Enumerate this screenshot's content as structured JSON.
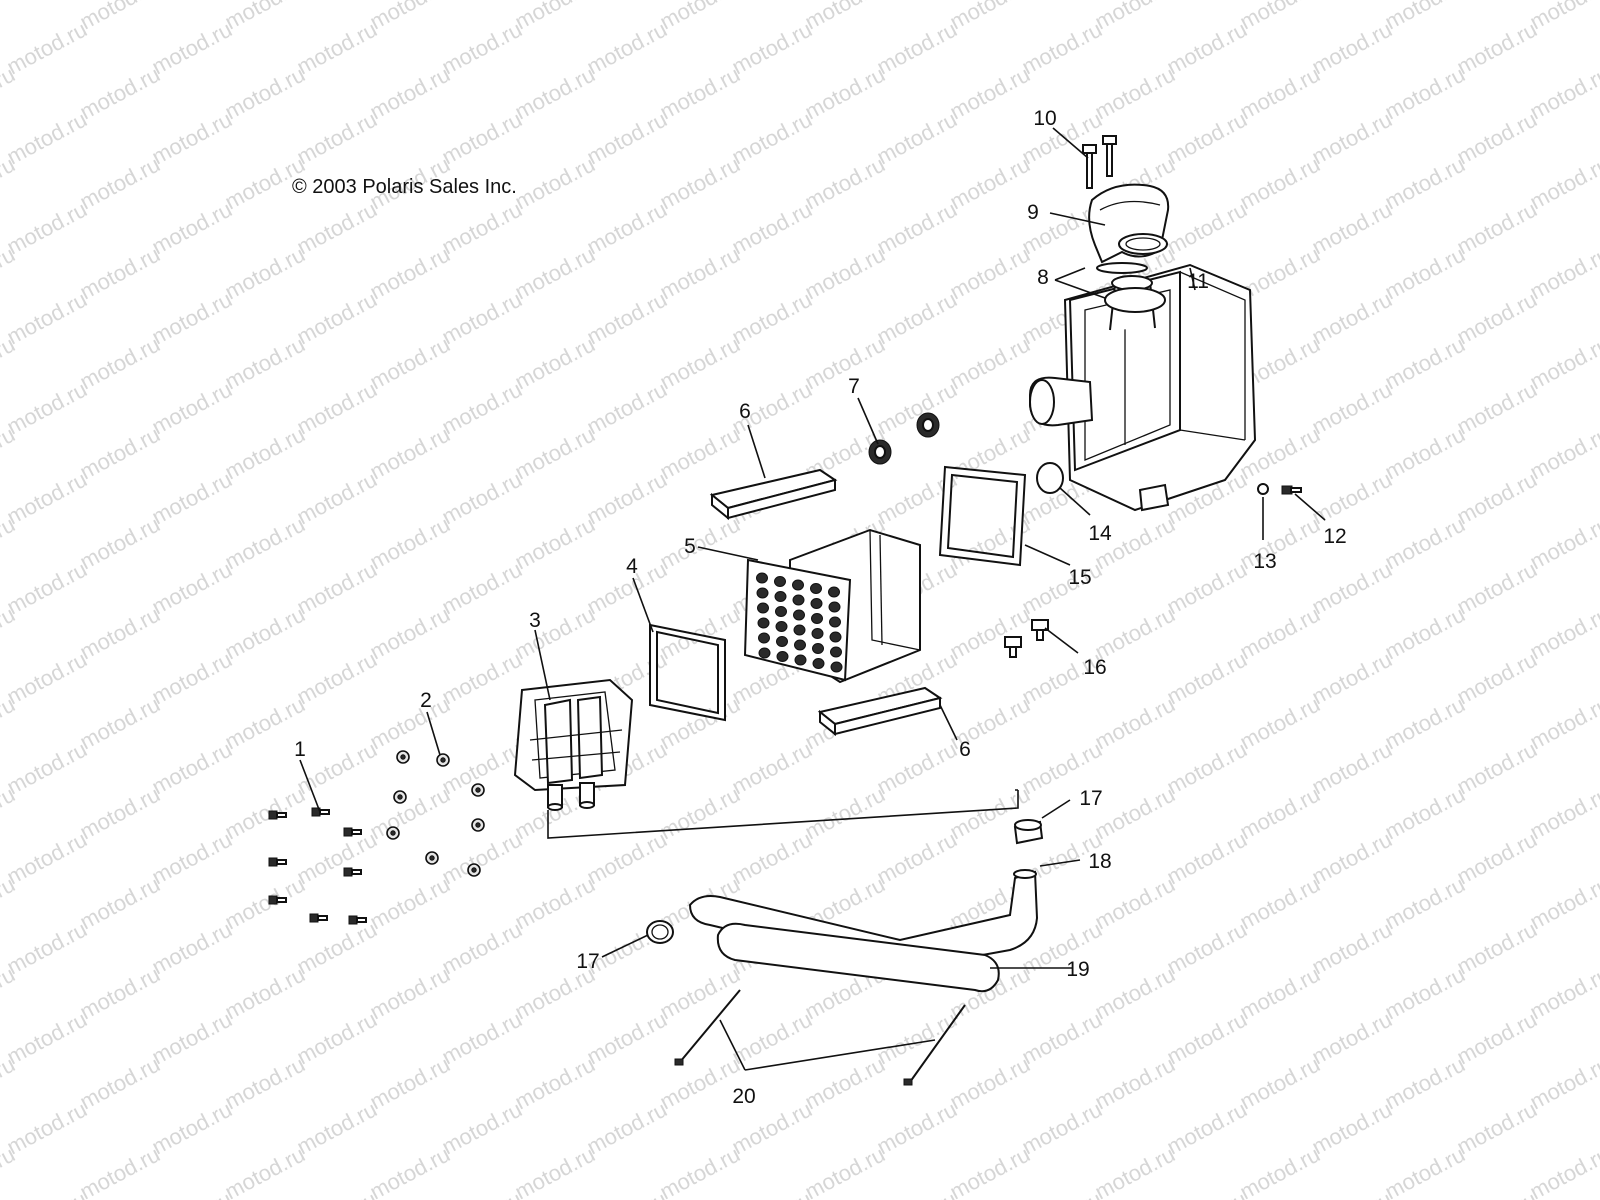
{
  "copyright": "© 2003 Polaris Sales Inc.",
  "watermark_text": "motod.ru",
  "callouts": [
    {
      "id": "c1",
      "label": "1"
    },
    {
      "id": "c2",
      "label": "2"
    },
    {
      "id": "c3",
      "label": "3"
    },
    {
      "id": "c4",
      "label": "4"
    },
    {
      "id": "c5",
      "label": "5"
    },
    {
      "id": "c6a",
      "label": "6"
    },
    {
      "id": "c6b",
      "label": "6"
    },
    {
      "id": "c7",
      "label": "7"
    },
    {
      "id": "c8",
      "label": "8"
    },
    {
      "id": "c9",
      "label": "9"
    },
    {
      "id": "c10",
      "label": "10"
    },
    {
      "id": "c11",
      "label": "11"
    },
    {
      "id": "c12",
      "label": "12"
    },
    {
      "id": "c13",
      "label": "13"
    },
    {
      "id": "c14",
      "label": "14"
    },
    {
      "id": "c15",
      "label": "15"
    },
    {
      "id": "c16",
      "label": "16"
    },
    {
      "id": "c17a",
      "label": "17"
    },
    {
      "id": "c17b",
      "label": "17"
    },
    {
      "id": "c18",
      "label": "18"
    },
    {
      "id": "c19",
      "label": "19"
    },
    {
      "id": "c20",
      "label": "20"
    }
  ]
}
